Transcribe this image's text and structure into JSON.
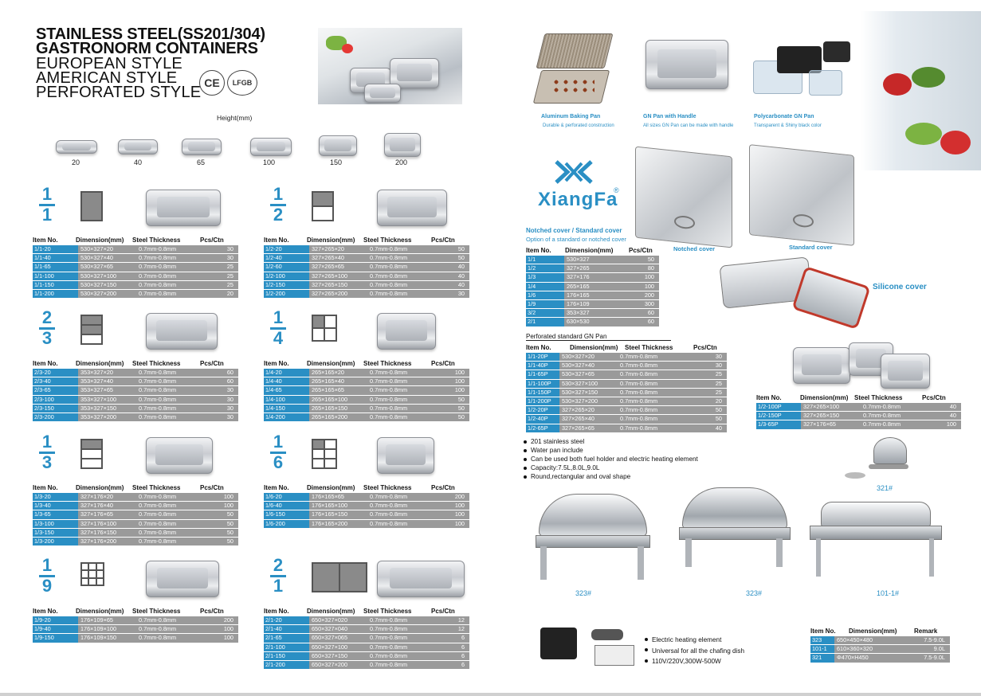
{
  "left": {
    "title_lines": [
      "STAINLESS STEEL(SS201/304)",
      "GASTRONORM CONTAINERS"
    ],
    "style_lines": [
      "EUROPEAN STYLE",
      "AMERICAN STYLE",
      "PERFORATED STYLE"
    ],
    "badges": [
      "CE",
      "LFGB"
    ],
    "height_label": "Height(mm)",
    "heights": [
      "20",
      "40",
      "65",
      "100",
      "150",
      "200"
    ],
    "col_headers": [
      "Item No.",
      "Dimension(mm)",
      "Steel Thickness",
      "Pcs/Ctn"
    ],
    "blocks": [
      {
        "num": "1",
        "den": "1",
        "rows": [
          [
            "1/1-20",
            "530×327×20",
            "0.7mm-0.8mm",
            "30"
          ],
          [
            "1/1-40",
            "530×327×40",
            "0.7mm-0.8mm",
            "30"
          ],
          [
            "1/1-65",
            "530×327×65",
            "0.7mm-0.8mm",
            "25"
          ],
          [
            "1/1-100",
            "530×327×100",
            "0.7mm-0.8mm",
            "25"
          ],
          [
            "1/1-150",
            "530×327×150",
            "0.7mm-0.8mm",
            "25"
          ],
          [
            "1/1-200",
            "530×327×200",
            "0.7mm-0.8mm",
            "20"
          ]
        ]
      },
      {
        "num": "1",
        "den": "2",
        "rows": [
          [
            "1/2-20",
            "327×265×20",
            "0.7mm-0.8mm",
            "50"
          ],
          [
            "1/2-40",
            "327×265×40",
            "0.7mm-0.8mm",
            "50"
          ],
          [
            "1/2-60",
            "327×265×65",
            "0.7mm-0.8mm",
            "40"
          ],
          [
            "1/2-100",
            "327×265×100",
            "0.7mm-0.8mm",
            "40"
          ],
          [
            "1/2-150",
            "327×265×150",
            "0.7mm-0.8mm",
            "40"
          ],
          [
            "1/2-200",
            "327×265×200",
            "0.7mm-0.8mm",
            "30"
          ]
        ]
      },
      {
        "num": "2",
        "den": "3",
        "rows": [
          [
            "2/3-20",
            "353×327×20",
            "0.7mm-0.8mm",
            "60"
          ],
          [
            "2/3-40",
            "353×327×40",
            "0.7mm-0.8mm",
            "60"
          ],
          [
            "2/3-65",
            "353×327×65",
            "0.7mm-0.8mm",
            "30"
          ],
          [
            "2/3-100",
            "353×327×100",
            "0.7mm-0.8mm",
            "30"
          ],
          [
            "2/3-150",
            "353×327×150",
            "0.7mm-0.8mm",
            "30"
          ],
          [
            "2/3-200",
            "353×327×200",
            "0.7mm-0.8mm",
            "30"
          ]
        ]
      },
      {
        "num": "1",
        "den": "4",
        "rows": [
          [
            "1/4-20",
            "265×165×20",
            "0.7mm-0.8mm",
            "100"
          ],
          [
            "1/4-40",
            "265×165×40",
            "0.7mm-0.8mm",
            "100"
          ],
          [
            "1/4-65",
            "265×165×65",
            "0.7mm-0.8mm",
            "100"
          ],
          [
            "1/4-100",
            "265×165×100",
            "0.7mm-0.8mm",
            "50"
          ],
          [
            "1/4-150",
            "265×165×150",
            "0.7mm-0.8mm",
            "50"
          ],
          [
            "1/4-200",
            "265×165×200",
            "0.7mm-0.8mm",
            "50"
          ]
        ]
      },
      {
        "num": "1",
        "den": "3",
        "rows": [
          [
            "1/3-20",
            "327×176×20",
            "0.7mm-0.8mm",
            "100"
          ],
          [
            "1/3-40",
            "327×176×40",
            "0.7mm-0.8mm",
            "100"
          ],
          [
            "1/3-65",
            "327×176×65",
            "0.7mm-0.8mm",
            "50"
          ],
          [
            "1/3-100",
            "327×176×100",
            "0.7mm-0.8mm",
            "50"
          ],
          [
            "1/3-150",
            "327×176×150",
            "0.7mm-0.8mm",
            "50"
          ],
          [
            "1/3-200",
            "327×176×200",
            "0.7mm-0.8mm",
            "50"
          ]
        ]
      },
      {
        "num": "1",
        "den": "6",
        "rows": [
          [
            "1/6-20",
            "176×165×65",
            "0.7mm-0.8mm",
            "200"
          ],
          [
            "1/6-40",
            "176×165×100",
            "0.7mm-0.8mm",
            "100"
          ],
          [
            "1/6-150",
            "176×165×150",
            "0.7mm-0.8mm",
            "100"
          ],
          [
            "1/6-200",
            "176×165×200",
            "0.7mm-0.8mm",
            "100"
          ]
        ]
      },
      {
        "num": "1",
        "den": "9",
        "rows": [
          [
            "1/9-20",
            "176×109×65",
            "0.7mm-0.8mm",
            "200"
          ],
          [
            "1/9-40",
            "176×109×100",
            "0.7mm-0.8mm",
            "100"
          ],
          [
            "1/9-150",
            "176×109×150",
            "0.7mm-0.8mm",
            "100"
          ]
        ]
      },
      {
        "num": "2",
        "den": "1",
        "rows": [
          [
            "2/1-20",
            "650×327×020",
            "0.7mm-0.8mm",
            "12"
          ],
          [
            "2/1-40",
            "650×327×040",
            "0.7mm-0.8mm",
            "12"
          ],
          [
            "2/1-65",
            "650×327×065",
            "0.7mm-0.8mm",
            "6"
          ],
          [
            "2/1-100",
            "650×327×100",
            "0.7mm-0.8mm",
            "6"
          ],
          [
            "2/1-150",
            "650×327×150",
            "0.7mm-0.8mm",
            "6"
          ],
          [
            "2/1-200",
            "650×327×200",
            "0.7mm-0.8mm",
            "6"
          ]
        ]
      }
    ]
  },
  "right": {
    "products": [
      {
        "name": "Aluminum Baking Pan",
        "desc": "Durable & perforated construction"
      },
      {
        "name": "GN Pan with Handle",
        "desc": "All sizes GN Pan can be made with handle"
      },
      {
        "name": "Polycarbonate GN Pan",
        "desc": "Transparent & Shiny black color"
      }
    ],
    "logo_text": "XiangFa",
    "logo_reg": "®",
    "cover_title": "Notched cover / Standard cover",
    "cover_sub": "Option of a standard or notched cover",
    "cover_headers": [
      "Item No.",
      "Dimension(mm)",
      "Pcs/Ctn"
    ],
    "cover_rows": [
      [
        "1/1",
        "530×327",
        "50"
      ],
      [
        "1/2",
        "327×265",
        "80"
      ],
      [
        "1/3",
        "327×176",
        "100"
      ],
      [
        "1/4",
        "265×165",
        "100"
      ],
      [
        "1/6",
        "176×165",
        "200"
      ],
      [
        "1/9",
        "176×109",
        "300"
      ],
      [
        "3/2",
        "353×327",
        "60"
      ],
      [
        "2/1",
        "630×530",
        "60"
      ]
    ],
    "notched_label": "Notched cover",
    "standard_label": "Standard cover",
    "silicone_label": "Silicone cover",
    "perf_title": "Perforated standard GN Pan",
    "perf_headers": [
      "Item No.",
      "Dimension(mm)",
      "Steel Thickness",
      "Pcs/Ctn"
    ],
    "perf_rows": [
      [
        "1/1-20P",
        "530×327×20",
        "0.7mm-0.8mm",
        "30"
      ],
      [
        "1/1-40P",
        "530×327×40",
        "0.7mm-0.8mm",
        "30"
      ],
      [
        "1/1-65P",
        "530×327×65",
        "0.7mm-0.8mm",
        "25"
      ],
      [
        "1/1-100P",
        "530×327×100",
        "0.7mm-0.8mm",
        "25"
      ],
      [
        "1/1-150P",
        "530×327×150",
        "0.7mm-0.8mm",
        "25"
      ],
      [
        "1/1-200P",
        "530×327×200",
        "0.7mm-0.8mm",
        "20"
      ],
      [
        "1/2-20P",
        "327×265×20",
        "0.7mm-0.8mm",
        "50"
      ],
      [
        "1/2-40P",
        "327×265×40",
        "0.7mm-0.8mm",
        "50"
      ],
      [
        "1/2-65P",
        "327×265×65",
        "0.7mm-0.8mm",
        "40"
      ]
    ],
    "perf2_headers": [
      "Item No.",
      "Dimension(mm)",
      "Steel Thickness",
      "Pcs/Ctn"
    ],
    "perf2_rows": [
      [
        "1/2-100P",
        "327×265×100",
        "0.7mm-0.8mm",
        "40"
      ],
      [
        "1/2-150P",
        "327×265×150",
        "0.7mm-0.8mm",
        "40"
      ],
      [
        "1/3-65P",
        "327×176×65",
        "0.7mm-0.8mm",
        "100"
      ]
    ],
    "bullets": [
      "201 stainless steel",
      "Water pan include",
      "Can be used both fuel holder and electric heating element",
      "Capacity:7.5L,8.0L,9.0L",
      "Round,rectangular and oval shape"
    ],
    "chafers": [
      "323#",
      "323#",
      "101-1#",
      "321#"
    ],
    "elec_bullets": [
      "Electric heating element",
      "Universal for all the chafing dish",
      "110V/220V,300W-500W"
    ],
    "chafer_headers": [
      "Item No.",
      "Dimension(mm)",
      "Remark"
    ],
    "chafer_rows": [
      [
        "323",
        "650×450×480",
        "7.5-9.0L"
      ],
      [
        "101-1",
        "610×360×320",
        "9.0L"
      ],
      [
        "321",
        "Φ470×H450",
        "7.5-9.0L"
      ]
    ]
  }
}
